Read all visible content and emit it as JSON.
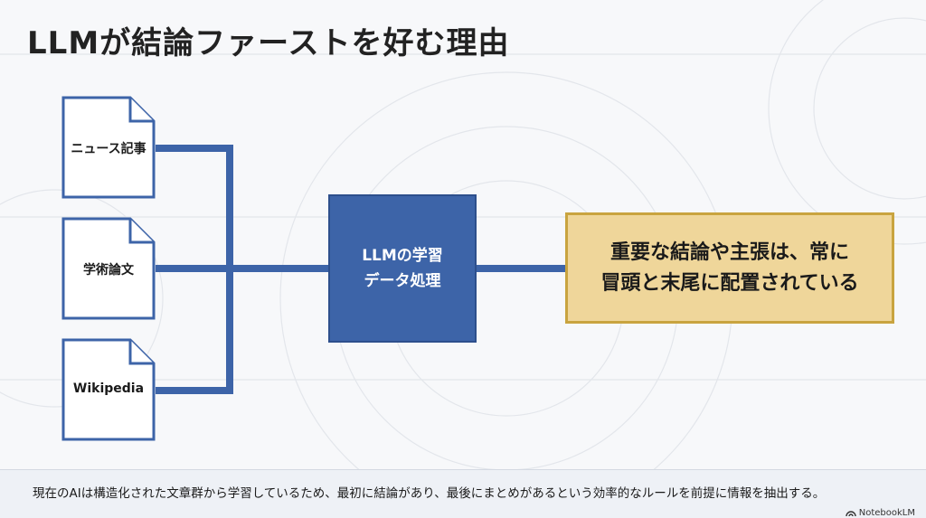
{
  "title": "LLMが結論ファーストを好む理由",
  "sources": [
    {
      "label": "ニュース記事"
    },
    {
      "label": "学術論文"
    },
    {
      "label": "Wikipedia"
    }
  ],
  "process": {
    "line1": "LLMの学習",
    "line2": "データ処理"
  },
  "result": {
    "line1": "重要な結論や主張は、常に",
    "line2": "冒頭と末尾に配置されている"
  },
  "footer": {
    "text": "現在のAIは構造化された文章群から学習しているため、最初に結論があり、最後にまとめがあるという効率的なルールを前提に情報を抽出する。"
  },
  "brand": {
    "name": "NotebookLM"
  },
  "colors": {
    "process_fill": "#3d64a8",
    "connector": "#3d64a8",
    "result_fill": "#efd69a",
    "result_border": "#c9a43f"
  }
}
